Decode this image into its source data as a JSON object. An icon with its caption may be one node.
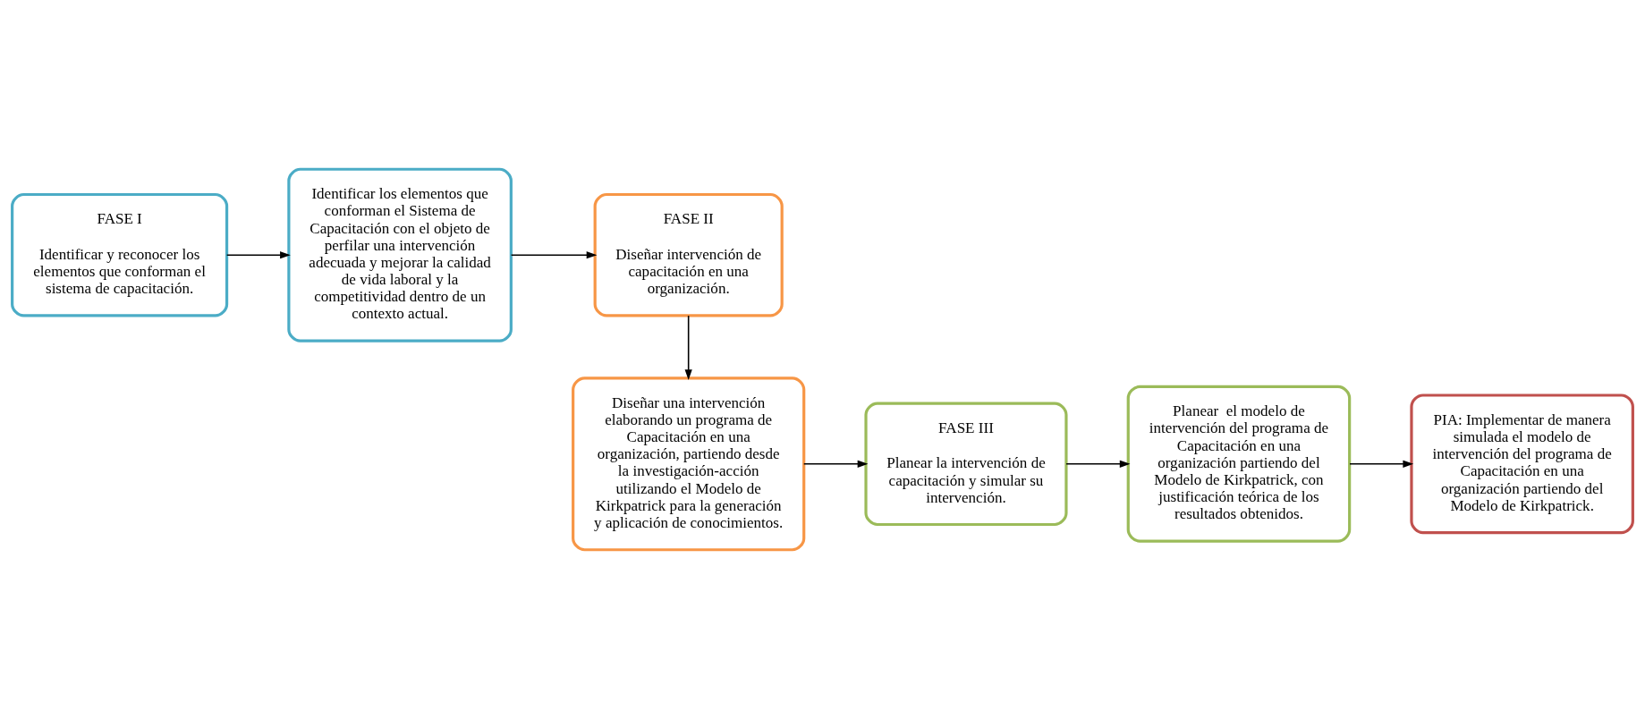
{
  "diagram": {
    "nodes": [
      {
        "text": [
          "FASE I",
          "Identificar y reconocer los elementos que conforman el sistema de capacitación."
        ]
      },
      {
        "text": [
          "Identificar los elementos que conforman el Sistema de Capacitación con el objeto de perfilar una intervención adecuada y mejorar la calidad de vida laboral y la competitividad dentro de un contexto actual."
        ]
      },
      {
        "text": [
          "FASE II",
          "Diseñar intervención de capacitación en una organización."
        ]
      },
      {
        "text": [
          "Diseñar una intervención elaborando un programa de Capacitación en una organización, partiendo desde la investigación-acción utilizando el Modelo de Kirkpatrick para la generación y aplicación de conocimientos."
        ]
      },
      {
        "text": [
          "FASE III",
          "Planear la intervención de capacitación y simular su intervención."
        ]
      },
      {
        "text": [
          "Planear  el modelo de intervención del programa de Capacitación en una organización partiendo del Modelo de Kirkpatrick, con justificación teórica de los resultados obtenidos."
        ]
      },
      {
        "text": [
          "PIA: Implementar de manera simulada el modelo de intervención del programa de Capacitación en una organización partiendo del Modelo de Kirkpatrick."
        ]
      }
    ],
    "edges": [
      {
        "from": 0,
        "to": 1,
        "arrow": "to"
      },
      {
        "from": 1,
        "to": 2,
        "arrow": "to"
      },
      {
        "from": 2,
        "to": 3,
        "arrow": "to"
      },
      {
        "from": 3,
        "to": 4,
        "arrow": "to"
      },
      {
        "from": 4,
        "to": 5,
        "arrow": "to"
      },
      {
        "from": 5,
        "to": 6,
        "arrow": "to"
      }
    ]
  }
}
